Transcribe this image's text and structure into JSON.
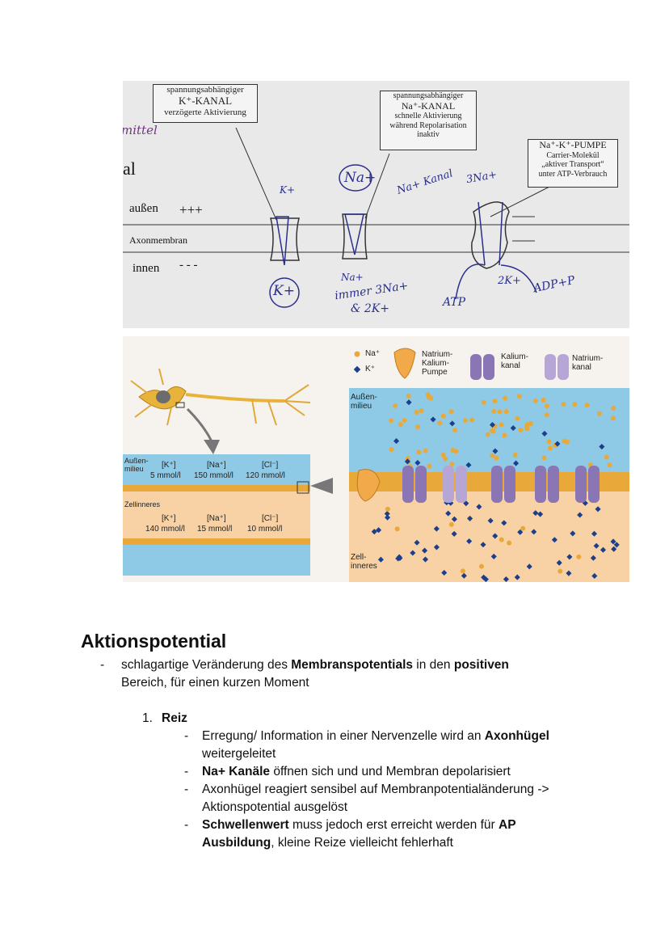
{
  "figure1": {
    "k_channel": {
      "line1": "spannungsabhängiger",
      "line2": "K⁺-KANAL",
      "line3": "verzögerte Aktivierung"
    },
    "na_channel": {
      "line1": "spannungsabhängiger",
      "line2": "Na⁺-KANAL",
      "line3": "schnelle Aktivierung",
      "line4": "während Repolarisation",
      "line5": "inaktiv"
    },
    "pump": {
      "line1": "Na⁺-K⁺-PUMPE",
      "line2": "Carrier-Molekül",
      "line3": "„aktiver Transport“",
      "line4": "unter ATP-Verbrauch"
    },
    "labels": {
      "outside": "außen",
      "outside_sign": "+++",
      "membrane": "Axonmembran",
      "inside": "innen",
      "inside_sign": "- - -",
      "left_fragment": "al",
      "left_fragment_top": "mittel"
    },
    "handwriting": {
      "k_top": "K+",
      "na_circle": "Na+",
      "na_channel_note": "Na+ Kanal",
      "three_na": "3Na+",
      "k_circle": "K+",
      "na_bottom": "Na+",
      "immer": "immer 3Na+",
      "and_2k": "& 2K+",
      "atp": "ATP",
      "two_k": "2K+",
      "adp": "ADP+P"
    }
  },
  "figure2": {
    "legend": {
      "na": "Na⁺",
      "k": "K⁺",
      "pump": "Natrium-\nKalium-\nPumpe",
      "k_channel": "Kalium-\nkanal",
      "na_channel": "Natrium-\nkanal"
    },
    "outer_label": "Außen-\nmilieu",
    "inner_label": "Zell-\ninneres",
    "left_outer": "Außen-\nmilieu",
    "left_inner": "Zellinneres",
    "outer_conc": {
      "k_h": "[K⁺]",
      "k_v": "5 mmol/l",
      "na_h": "[Na⁺]",
      "na_v": "150 mmol/l",
      "cl_h": "[Cl⁻]",
      "cl_v": "120 mmol/l"
    },
    "inner_conc": {
      "k_h": "[K⁺]",
      "k_v": "140 mmol/l",
      "na_h": "[Na⁺]",
      "na_v": "15 mmol/l",
      "cl_h": "[Cl⁻]",
      "cl_v": "10 mmol/l"
    }
  },
  "text": {
    "title": "Aktionspotential",
    "intro_a": "schlagartige Veränderung des ",
    "intro_b": "Membranspotentials",
    "intro_c": " in den ",
    "intro_d": "positiven",
    "intro_e": "Bereich, für einen kurzen Moment",
    "item_num": "1.",
    "item_title": "Reiz",
    "b1a": "Erregung/ Information in einer Nervenzelle wird an ",
    "b1b": "Axonhügel",
    "b1c": "weitergeleitet",
    "b2a": "Na+ Kanäle",
    "b2b": " öffnen sich und und Membran depolarisiert",
    "b3a": "Axonhügel reagiert sensibel auf Membranpotentialänderung ->",
    "b3b": "Aktionspotential ausgelöst",
    "b4a": "Schwellenwert",
    "b4b": " muss jedoch erst erreicht werden für ",
    "b4c": "AP",
    "b4d": "Ausbildung",
    "b4e": ", kleine Reize vielleicht fehlerhaft"
  }
}
